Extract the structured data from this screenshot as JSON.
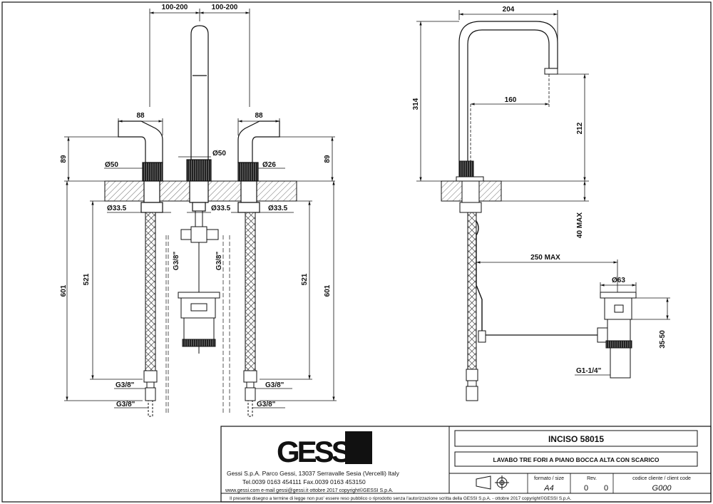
{
  "front_view": {
    "spacing_left": "100-200",
    "spacing_right": "100-200",
    "handle_width_left": "88",
    "handle_width_right": "88",
    "height_left": "89",
    "height_right": "89",
    "dia_left": "Ø50",
    "dia_spout": "Ø50",
    "dia_right": "Ø26",
    "shank_left": "Ø33.5",
    "shank_center": "Ø33.5",
    "shank_right": "Ø33.5",
    "tee_thread_left": "G3/8\"",
    "tee_thread_right": "G3/8\"",
    "hose_length_left": "521",
    "hose_length_right": "521",
    "total_length_left": "601",
    "total_length_right": "601",
    "conn_upper_left": "G3/8\"",
    "conn_upper_right": "G3/8\"",
    "conn_lower_left": "G3/8\"",
    "conn_lower_right": "G3/8\""
  },
  "side_view": {
    "reach": "204",
    "height": "314",
    "outlet_reach": "160",
    "outlet_height": "212",
    "below_deck": "40 MAX",
    "waste_reach": "250 MAX",
    "waste_dia": "Ø63",
    "waste_height": "35-50",
    "waste_thread": "G1-1/4\""
  },
  "title_block": {
    "brand": "GESSI",
    "company_line": "Gessi S.p.A. Parco Gessi, 13037 Serravalle Sesia (Vercelli) Italy",
    "phone_line": "Tel.0039 0163 454111 Fax.0039 0163 453150",
    "web_line": "www.gessi.com e-mail gessi@gessi.it ottobre 2017 copyright©GESSI S.p.A.",
    "product": "INCISO 58015",
    "description": "LAVABO TRE FORI A PIANO BOCCA ALTA CON SCARICO",
    "format_label": "formato / size",
    "format_value": "A4",
    "rev_label": "Rev.",
    "rev_value_1": "0",
    "rev_value_2": "0",
    "client_label": "codice cliente / client code",
    "client_value": "G000",
    "legal": "Il presente disegno a termine di legge non puo' essere reso pubblico o riprodotto senza l'autorizzazione scritta della GESSI S.p.A. - ottobre 2017 copyright©GESSI S.p.A."
  }
}
